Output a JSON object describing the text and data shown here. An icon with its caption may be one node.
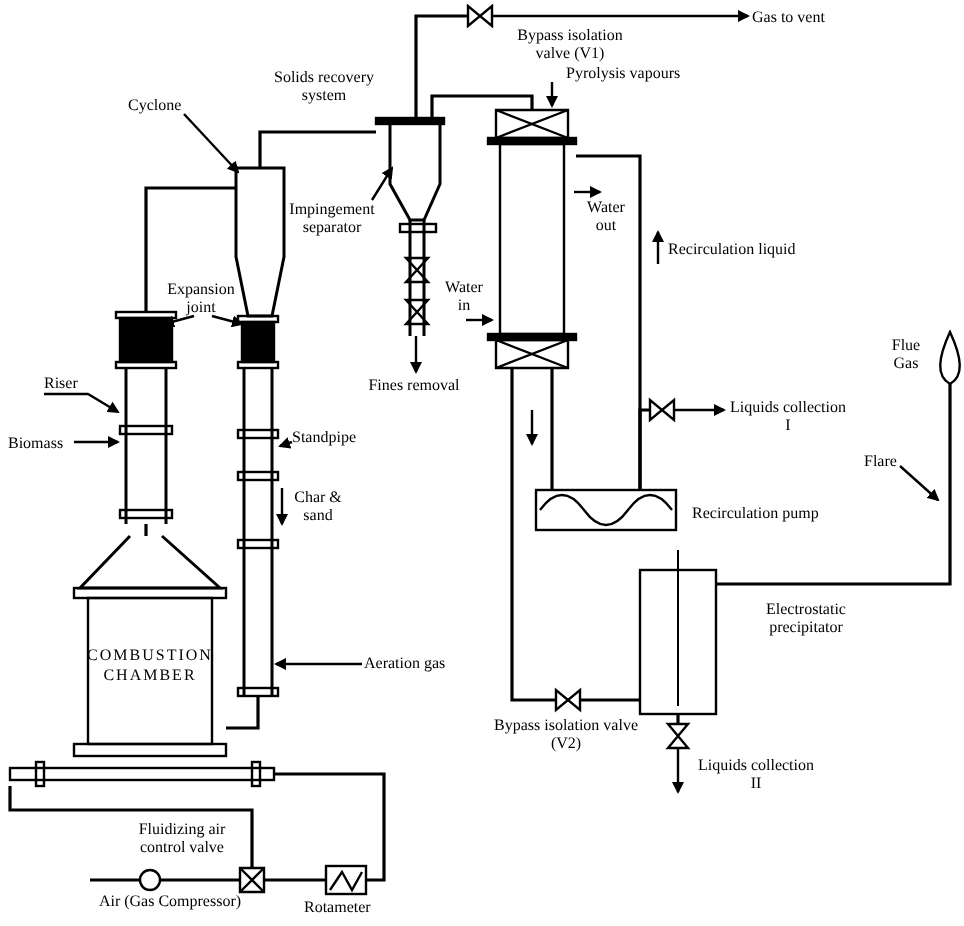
{
  "diagram": {
    "nodes": [
      {
        "text": [
          "Cyclone"
        ]
      },
      {
        "text": [
          "Impingement separator"
        ]
      },
      {
        "text": [
          "Expansion joint"
        ]
      },
      {
        "text": [
          "Riser"
        ]
      },
      {
        "text": [
          "Biomass"
        ]
      },
      {
        "text": [
          "Standpipe"
        ]
      },
      {
        "text": [
          "Fines removal"
        ]
      },
      {
        "text": [
          "Gas to vent"
        ]
      },
      {
        "text": [
          "Liquids collection I"
        ]
      },
      {
        "text": [
          "Liquids collection II"
        ]
      },
      {
        "text": [
          "Flare"
        ]
      },
      {
        "text": [
          "Aeration gas"
        ]
      },
      {
        "text": [
          "COMBUSTION CHAMBER"
        ]
      },
      {
        "text": [],
        "shape": "pipe"
      },
      {
        "text": [],
        "shape": "cyclone"
      },
      {
        "text": [],
        "shape": "pipe"
      },
      {
        "text": [],
        "shape": "bellows"
      },
      {
        "text": [],
        "shape": "bellows"
      },
      {
        "text": [],
        "shape": "funnel",
        "beside": [
          "Solids recovery system"
        ]
      },
      {
        "text": [],
        "shape": "cylinder"
      },
      {
        "text": [],
        "shape": "pump",
        "beside": [
          "Recirculation pump"
        ]
      },
      {
        "text": [],
        "shape": "box",
        "beside": [
          "Electrostatic precipitator"
        ]
      },
      {
        "text": [],
        "shape": "flame",
        "beside": [
          "Flue Gas"
        ]
      },
      {
        "text": [],
        "shape": "valve",
        "beside": [
          "Bypass isolation valve (V1)"
        ]
      },
      {
        "text": [],
        "shape": "valve",
        "beside": [
          "Bypass isolation valve (V2)"
        ]
      },
      {
        "text": [],
        "shape": "valve",
        "beside": [
          "Fluidizing air control valve"
        ]
      },
      {
        "text": [],
        "shape": "circle",
        "beside": [
          "Air (Gas Compressor)"
        ]
      },
      {
        "text": [],
        "shape": "meter",
        "beside": [
          "Rotameter"
        ]
      },
      {
        "text": [],
        "shape": "bar"
      },
      {
        "text": [],
        "shape": "valve"
      },
      {
        "text": [],
        "shape": "valve"
      }
    ],
    "edges": [
      {
        "from": 0,
        "to": 14,
        "arrow": "to"
      },
      {
        "from": 1,
        "to": 18,
        "arrow": "to"
      },
      {
        "from": 2,
        "to": 16,
        "arrow": "to"
      },
      {
        "from": 2,
        "to": 17,
        "arrow": "to"
      },
      {
        "from": 3,
        "to": 13,
        "arrow": "to"
      },
      {
        "from": 4,
        "to": 13,
        "arrow": "to"
      },
      {
        "from": 5,
        "to": 15,
        "arrow": "to"
      },
      {
        "from": 18,
        "to": 6,
        "arrow": "to"
      },
      {
        "from": 23,
        "to": 7,
        "arrow": "to"
      },
      {
        "from": 29,
        "to": 8,
        "arrow": "to"
      },
      {
        "from": 30,
        "to": 9,
        "arrow": "to"
      },
      {
        "from": 10,
        "to": null,
        "arrow": "to"
      },
      {
        "from": 11,
        "to": 15,
        "arrow": "to"
      },
      {
        "from": 16,
        "to": 14,
        "arrow": "none"
      },
      {
        "from": 14,
        "to": 18,
        "arrow": "none"
      },
      {
        "from": 18,
        "to": 23,
        "arrow": "none"
      },
      {
        "from": 18,
        "to": 19,
        "arrow": "none"
      },
      {
        "from": 19,
        "to": 20,
        "arrow": "none"
      },
      {
        "from": 20,
        "to": 19,
        "arrow": "none"
      },
      {
        "from": 20,
        "to": 29,
        "arrow": "none"
      },
      {
        "from": 19,
        "to": 24,
        "arrow": "none"
      },
      {
        "from": 24,
        "to": 21,
        "arrow": "none"
      },
      {
        "from": 21,
        "to": 22,
        "arrow": "none"
      },
      {
        "from": 21,
        "to": 30,
        "arrow": "none"
      },
      {
        "from": 15,
        "to": 12,
        "arrow": "none"
      },
      {
        "from": null,
        "to": 26,
        "arrow": "none"
      },
      {
        "from": 26,
        "to": 25,
        "arrow": "none"
      },
      {
        "from": 25,
        "to": 27,
        "arrow": "none"
      },
      {
        "from": 25,
        "to": 28,
        "arrow": "none"
      },
      {
        "from": 27,
        "to": 28,
        "arrow": "none"
      },
      {
        "from": 13,
        "to": 12,
        "arrow": "none"
      }
    ],
    "labels": [
      "Pyrolysis vapours",
      "Water out",
      "Recirculation liquid",
      "Water in",
      "Char & sand"
    ]
  }
}
